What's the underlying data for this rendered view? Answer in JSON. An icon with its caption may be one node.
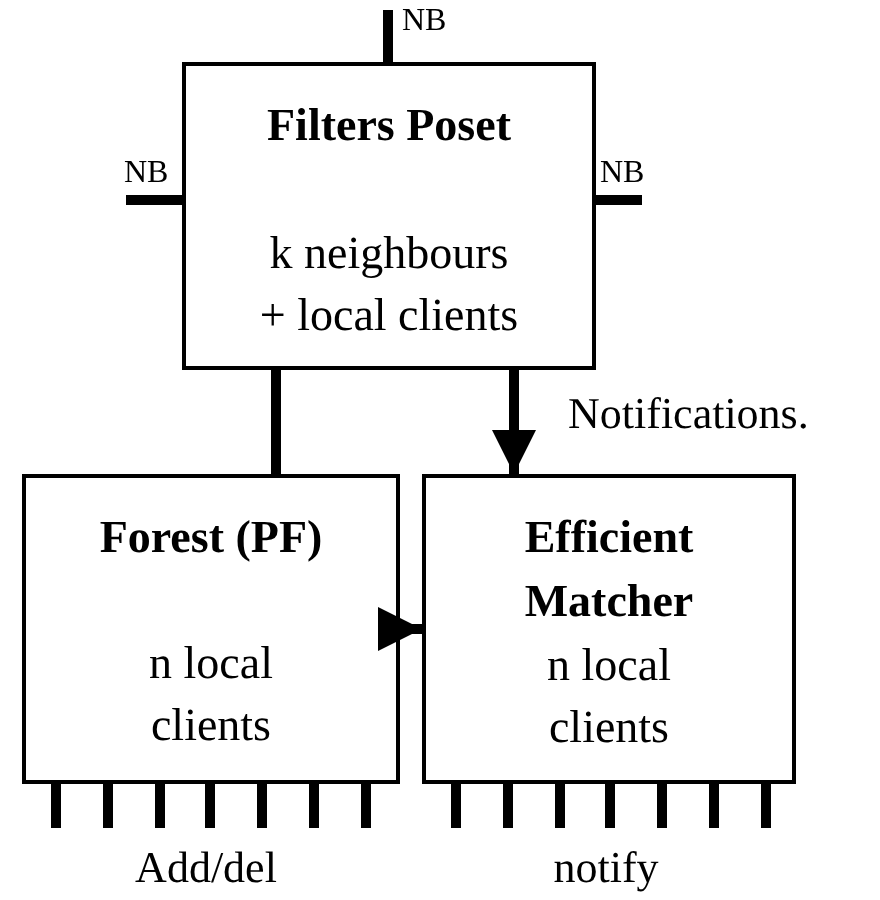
{
  "diagram": {
    "nodes": [
      {
        "text": [
          "Filters Poset",
          "k neighbours + local clients"
        ]
      },
      {
        "text": [
          "Forest (PF)",
          "n local clients"
        ]
      },
      {
        "text": [
          "Efficient Matcher",
          "n local clients"
        ]
      }
    ],
    "edges": [
      {
        "from": null,
        "to": 0,
        "arrow": "none",
        "label": "NB"
      },
      {
        "from": null,
        "to": 0,
        "arrow": "none",
        "label": "NB"
      },
      {
        "from": null,
        "to": 0,
        "arrow": "none",
        "label": "NB"
      },
      {
        "from": 0,
        "to": 1,
        "arrow": "none"
      },
      {
        "from": 0,
        "to": 2,
        "arrow": "to",
        "label": "Notifications."
      },
      {
        "from": 1,
        "to": 2,
        "arrow": "to"
      },
      {
        "from": 1,
        "to": null,
        "arrow": "none"
      },
      {
        "from": 1,
        "to": null,
        "arrow": "none"
      },
      {
        "from": 1,
        "to": null,
        "arrow": "none"
      },
      {
        "from": 1,
        "to": null,
        "arrow": "none"
      },
      {
        "from": 1,
        "to": null,
        "arrow": "none"
      },
      {
        "from": 1,
        "to": null,
        "arrow": "none"
      },
      {
        "from": 1,
        "to": null,
        "arrow": "none"
      },
      {
        "from": 2,
        "to": null,
        "arrow": "none"
      },
      {
        "from": 2,
        "to": null,
        "arrow": "none"
      },
      {
        "from": 2,
        "to": null,
        "arrow": "none"
      },
      {
        "from": 2,
        "to": null,
        "arrow": "none"
      },
      {
        "from": 2,
        "to": null,
        "arrow": "none"
      },
      {
        "from": 2,
        "to": null,
        "arrow": "none"
      },
      {
        "from": 2,
        "to": null,
        "arrow": "none"
      }
    ],
    "labels": [
      "Add/del",
      "notify"
    ]
  }
}
